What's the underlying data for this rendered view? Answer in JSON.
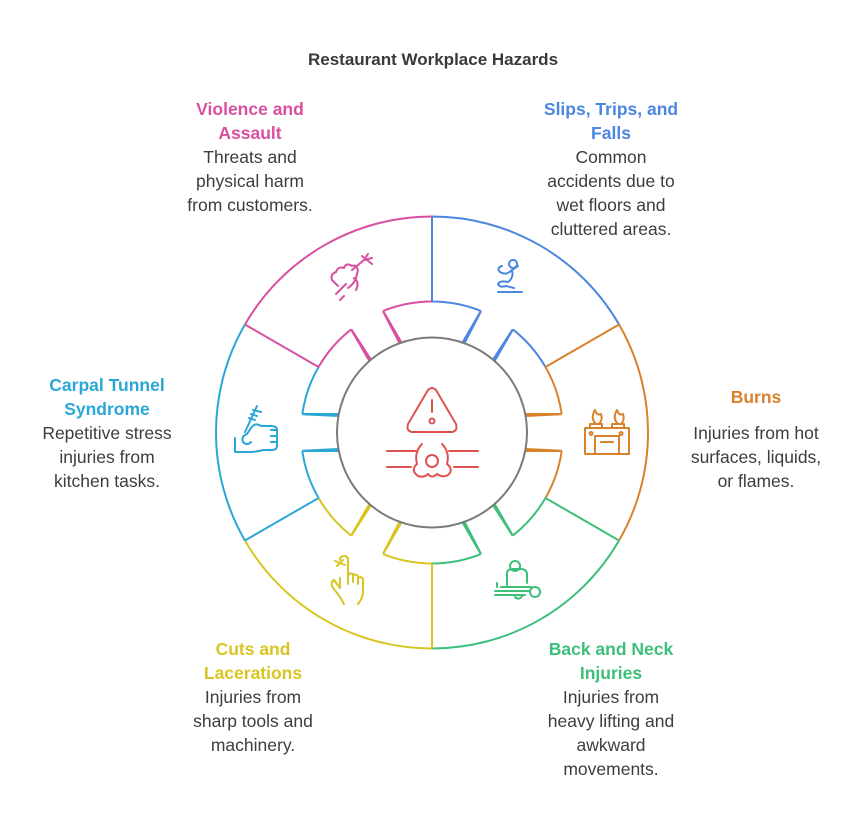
{
  "title": "Restaurant Workplace Hazards",
  "center": {
    "icon": "hazard-warning-icon",
    "color": "#E05252"
  },
  "ring_color": "#7A7A7A",
  "hazards": [
    {
      "id": "slips",
      "label": "Slips, Trips, and Falls",
      "head_lines": [
        "Slips, Trips, and",
        "Falls"
      ],
      "desc_lines": [
        "Common",
        "accidents due to",
        "wet floors and",
        "cluttered areas."
      ],
      "color": "#4B87E0",
      "icon": "falling-person-icon"
    },
    {
      "id": "burns",
      "label": "Burns",
      "head_lines": [
        "Burns"
      ],
      "desc_lines": [
        "Injuries from hot",
        "surfaces, liquids,",
        "or flames."
      ],
      "color": "#D9822B",
      "icon": "stove-fire-icon"
    },
    {
      "id": "back",
      "label": "Back and Neck Injuries",
      "head_lines": [
        "Back and Neck",
        "Injuries"
      ],
      "desc_lines": [
        "Injuries from",
        "heavy lifting and",
        "awkward",
        "movements."
      ],
      "color": "#3DBF7A",
      "icon": "massage-icon"
    },
    {
      "id": "cuts",
      "label": "Cuts and Lacerations",
      "head_lines": [
        "Cuts and",
        "Lacerations"
      ],
      "desc_lines": [
        "Injuries from",
        "sharp tools and",
        "machinery."
      ],
      "color": "#D8C522",
      "icon": "cut-finger-icon"
    },
    {
      "id": "carpal",
      "label": "Carpal Tunnel Syndrome",
      "head_lines": [
        "Carpal Tunnel",
        "Syndrome"
      ],
      "desc_lines": [
        "Repetitive stress",
        "injuries from",
        "kitchen tasks."
      ],
      "color": "#2BA7D6",
      "icon": "wrist-injection-icon"
    },
    {
      "id": "violence",
      "label": "Violence and Assault",
      "head_lines": [
        "Violence and",
        "Assault"
      ],
      "desc_lines": [
        "Threats and",
        "physical harm",
        "from customers."
      ],
      "color": "#D94FA0",
      "icon": "fist-fork-icon"
    }
  ]
}
